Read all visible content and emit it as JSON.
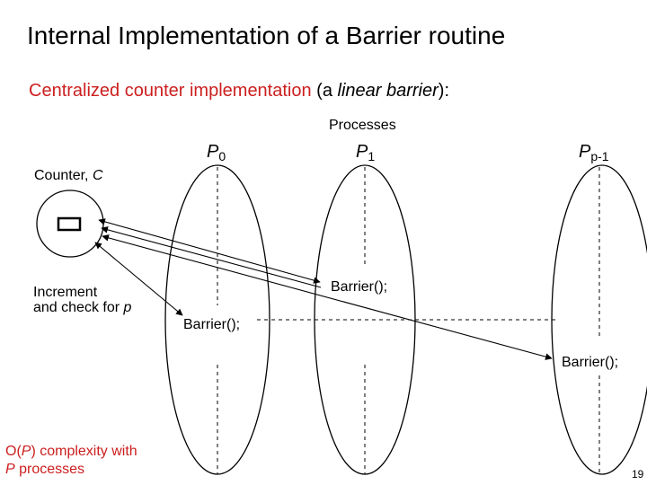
{
  "title": "Internal Implementation of a Barrier routine",
  "subtitle": {
    "part1": "Centralized counter implementation",
    "part2": " (a ",
    "part3": "linear barrier",
    "part4": "):"
  },
  "diagram": {
    "processes_label": "Processes",
    "counter_label_prefix": "Counter, ",
    "counter_label_var": "C",
    "increment_line1": "Increment",
    "increment_line2_prefix": "and check for ",
    "increment_line2_var": "p",
    "processes": [
      {
        "name": "P",
        "subscript": "0",
        "barrier_label": "Barrier();"
      },
      {
        "name": "P",
        "subscript": "1",
        "barrier_label": "Barrier();"
      },
      {
        "name": "P",
        "subscript": "p-1",
        "barrier_label": "Barrier();"
      }
    ]
  },
  "footnote": {
    "line1_prefix": "O(",
    "line1_var": "P",
    "line1_suffix": ") complexity with",
    "line2_var": "P",
    "line2_suffix": " processes"
  },
  "page_number": "19"
}
